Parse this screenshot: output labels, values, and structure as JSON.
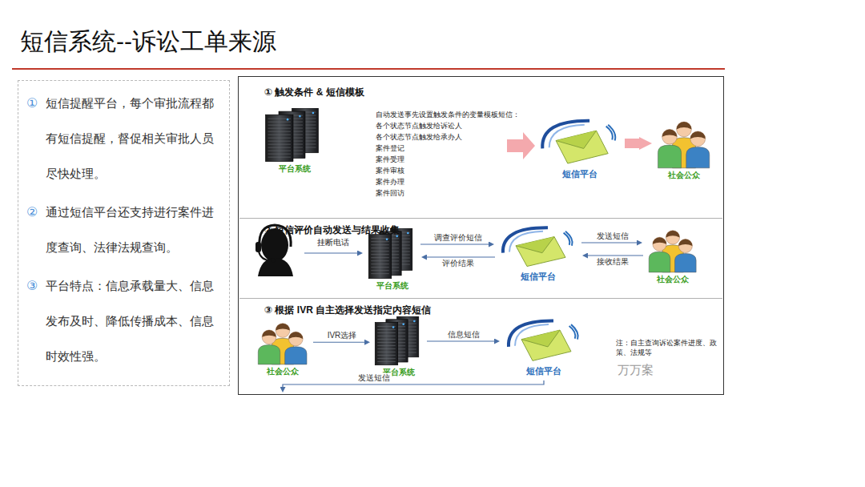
{
  "diagram": {
    "title": "短信系统--诉讼工单来源",
    "nodes": [
      {
        "text": [
          "短信提醒平台，每个审批流程都有短信提醒，督促相关审批人员尽快处理。",
          "通过短信平台还支持进行案件进度查询、法律法规查询。",
          "平台特点：信息承载量大、信息发布及时、降低传播成本、信息时效性强。"
        ]
      },
      {
        "text": [
          "① 触发条件 & 短信模板"
        ]
      },
      {
        "text": [
          "平台系统"
        ],
        "in": 1
      },
      {
        "text": [
          "短信平台"
        ],
        "in": 1
      },
      {
        "text": [
          "社会公众"
        ],
        "in": 1
      },
      {
        "text": [
          "② 短信评价自动发送与结果收集"
        ]
      },
      {
        "text": [
          "平台系统"
        ],
        "in": 5
      },
      {
        "text": [
          "短信平台"
        ],
        "in": 5
      },
      {
        "text": [
          "社会公众"
        ],
        "in": 5
      },
      {
        "text": [
          "③ 根据 IVR 自主选择发送指定内容短信"
        ]
      },
      {
        "text": [
          "社会公众"
        ],
        "in": 9
      },
      {
        "text": [
          "平台系统"
        ],
        "in": 9
      },
      {
        "text": [
          "短信平台"
        ],
        "in": 9
      }
    ],
    "edges": [
      {
        "from": 3,
        "to": 4,
        "arrow": "to"
      },
      {
        "from": 6,
        "to": 7,
        "label": "调查评价短信",
        "arrow": "to"
      },
      {
        "from": 7,
        "to": 6,
        "label": "评价结果",
        "arrow": "to"
      },
      {
        "from": 7,
        "to": 8,
        "label": "发送短信",
        "arrow": "to"
      },
      {
        "from": 8,
        "to": 7,
        "label": "接收结果",
        "arrow": "to"
      },
      {
        "from": 10,
        "to": 11,
        "label": "IVR选择",
        "arrow": "to"
      },
      {
        "from": 11,
        "to": 12,
        "label": "信息短信",
        "arrow": "to"
      },
      {
        "from": 12,
        "to": 10,
        "label": "发送短信",
        "arrow": "to"
      }
    ],
    "labels": [
      "①",
      "②",
      "③",
      "自动发送事先设置触发条件的变量模板短信：",
      "各个状态节点触发给诉讼人",
      "各个状态节点触发给承办人",
      "案件登记",
      "案件受理",
      "案件审核",
      "案件办理",
      "案件回访",
      "挂断电话",
      "注：自主查询诉讼案件进度、政策、法规等",
      "万万案"
    ]
  }
}
